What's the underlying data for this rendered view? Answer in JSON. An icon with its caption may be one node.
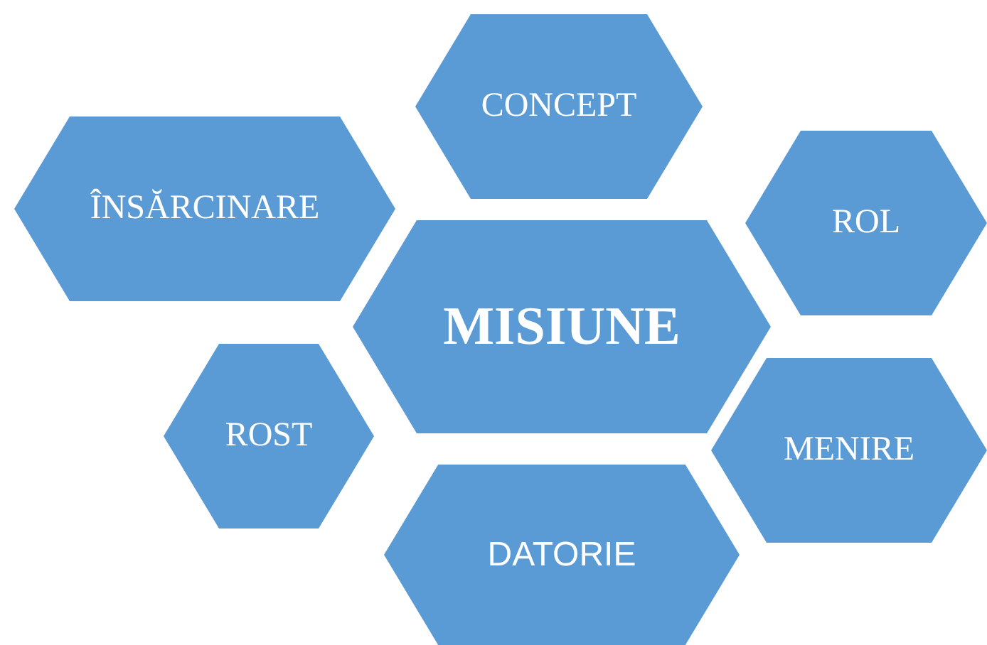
{
  "diagram": {
    "nodes": [
      {
        "text": [
          "CONCEPT"
        ]
      },
      {
        "text": [
          "ÎNSĂRCINARE"
        ]
      },
      {
        "text": [
          "ROL"
        ]
      },
      {
        "text": [
          "MISIUNE"
        ]
      },
      {
        "text": [
          "ROST"
        ]
      },
      {
        "text": [
          "MENIRE"
        ]
      },
      {
        "text": [
          "DATORIE"
        ]
      }
    ]
  }
}
